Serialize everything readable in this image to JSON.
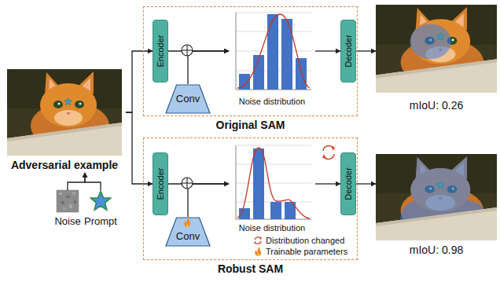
{
  "diagram": {
    "nodes": [
      {
        "text": [
          "Adversarial example"
        ]
      },
      {
        "text": [
          "Noise"
        ]
      },
      {
        "text": [
          "Prompt"
        ]
      },
      {
        "text": [
          "Original SAM"
        ]
      },
      {
        "text": [
          "Encoder"
        ],
        "in": 3
      },
      {
        "text": [
          "Conv"
        ],
        "in": 3
      },
      {
        "text": [
          "Noise distribution"
        ],
        "in": 3
      },
      {
        "text": [
          "Decoder"
        ],
        "in": 3
      },
      {
        "text": [
          "mIoU: 0.26"
        ]
      },
      {
        "text": [
          "Robust SAM"
        ]
      },
      {
        "text": [
          "Encoder"
        ],
        "in": 9
      },
      {
        "text": [
          "Conv"
        ],
        "in": 9
      },
      {
        "text": [
          "Noise distribution"
        ],
        "in": 9
      },
      {
        "text": [
          "Decoder"
        ],
        "in": 9
      },
      {
        "text": [
          "mIoU: 0.98"
        ]
      }
    ],
    "edges": [
      {
        "from": 1,
        "to": 0,
        "arrow": "to"
      },
      {
        "from": 2,
        "to": 0,
        "arrow": "to"
      },
      {
        "from": 0,
        "to": 4,
        "arrow": "to"
      },
      {
        "from": 0,
        "to": 10,
        "arrow": "to"
      },
      {
        "from": 4,
        "to": 6,
        "arrow": "to"
      },
      {
        "from": 5,
        "to": 6,
        "arrow": "to"
      },
      {
        "from": 6,
        "to": 7,
        "arrow": "to"
      },
      {
        "from": 7,
        "to": 8,
        "arrow": "to"
      },
      {
        "from": 10,
        "to": 12,
        "arrow": "to"
      },
      {
        "from": 11,
        "to": 12,
        "arrow": "to"
      },
      {
        "from": 12,
        "to": 13,
        "arrow": "to"
      },
      {
        "from": 13,
        "to": 14,
        "arrow": "to"
      }
    ],
    "legend": [
      {
        "text": "Distribution changed"
      },
      {
        "text": "Trainable parameters"
      }
    ]
  }
}
